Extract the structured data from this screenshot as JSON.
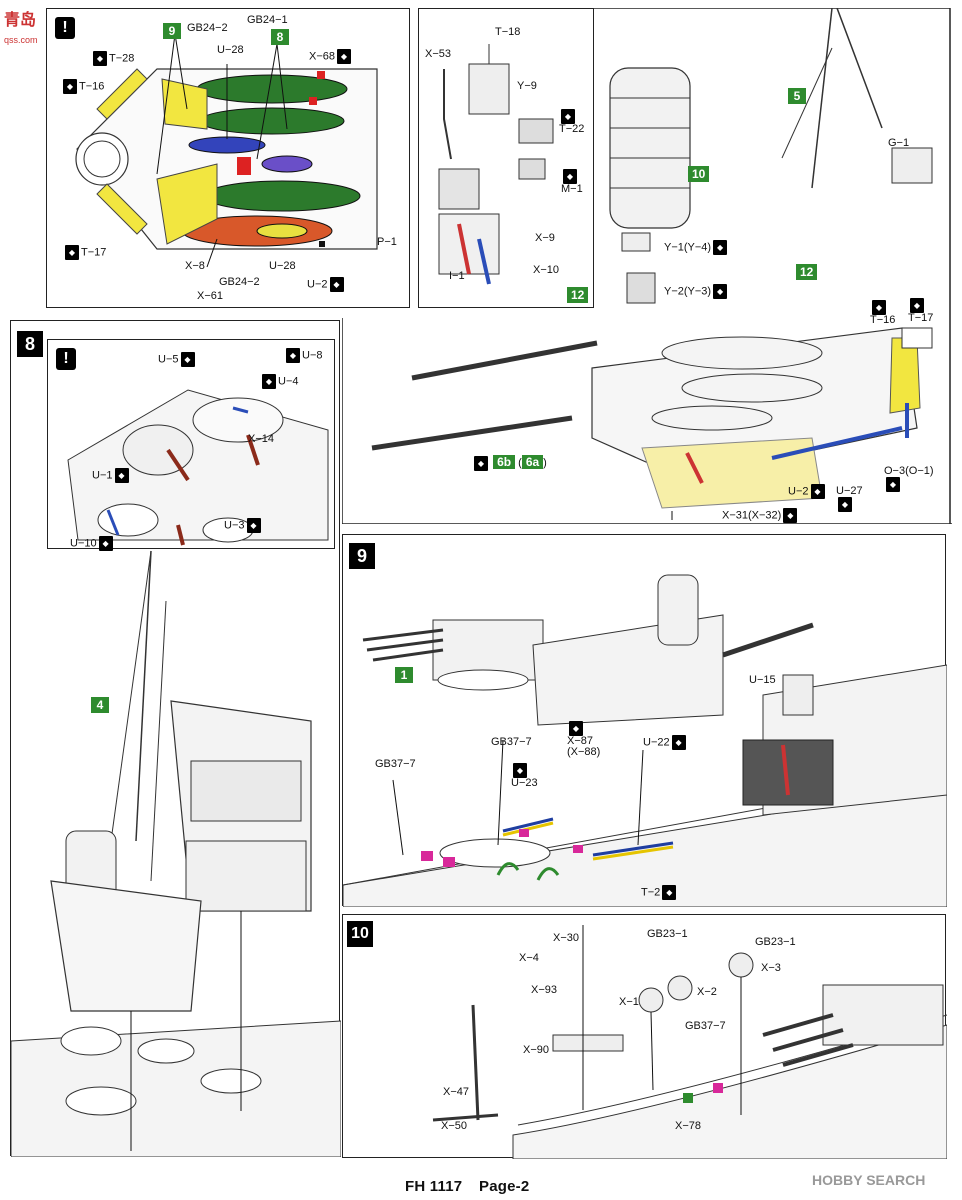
{
  "footer": {
    "code": "FH 1117",
    "page": "Page-2"
  },
  "watermark_left": {
    "brand": "青岛",
    "site": "qss.com"
  },
  "watermark_right": {
    "brand": "HOBBY SEARCH"
  },
  "steps": {
    "s8": "8",
    "s9": "9",
    "s10": "10"
  },
  "badges": {
    "b9": "9",
    "b8": "8",
    "b10": "10",
    "b12a": "12",
    "b5": "5",
    "b12b": "12",
    "b6b": "6b",
    "b6a": "6a",
    "b4": "4",
    "b1": "1"
  },
  "panel_boats": {
    "labels": {
      "gb24_2": "GB24−2",
      "gb24_1": "GB24−1",
      "u28_top": "U−28",
      "t28": "T−28",
      "x68": "X−68",
      "t16": "T−16",
      "t17": "T−17",
      "x8": "X−8",
      "gb24_2b": "GB24−2",
      "x61": "X−61",
      "u28_bot": "U−28",
      "u2": "U−2",
      "p1": "P−1"
    }
  },
  "panel_parts": {
    "labels": {
      "t18": "T−18",
      "x53": "X−53",
      "y9": "Y−9",
      "t22": "T−22",
      "m1": "M−1",
      "x9": "X−9",
      "x10": "X−10",
      "i1": "I−1",
      "y1": "Y−1(Y−4)",
      "y2": "Y−2(Y−3)"
    }
  },
  "panel_main": {
    "labels": {
      "g1": "G−1",
      "t16": "T−16",
      "t17": "T−17",
      "o3": "O−3(O−1)",
      "u27": "U−27",
      "u2": "U−2",
      "x31": "X−31(X−32)"
    }
  },
  "panel_step8": {
    "labels": {
      "u5": "U−5",
      "u8": "U−8",
      "u4": "U−4",
      "x14": "X−14",
      "u1": "U−1",
      "u3": "U−3",
      "u10": "U−10"
    }
  },
  "panel_step9": {
    "labels": {
      "u15": "U−15",
      "gb37_7a": "GB37−7",
      "x87": "X−87",
      "x88": "(X−88)",
      "u22": "U−22",
      "gb37_7b": "GB37−7",
      "u23": "U−23",
      "t2": "T−2"
    }
  },
  "panel_step10": {
    "labels": {
      "x30": "X−30",
      "gb23_1a": "GB23−1",
      "gb23_1b": "GB23−1",
      "x4": "X−4",
      "x3": "X−3",
      "x93": "X−93",
      "x1": "X−1",
      "x2": "X−2",
      "gb37_7": "GB37−7",
      "x90": "X−90",
      "x47": "X−47",
      "x50": "X−50",
      "x78": "X−78"
    }
  }
}
